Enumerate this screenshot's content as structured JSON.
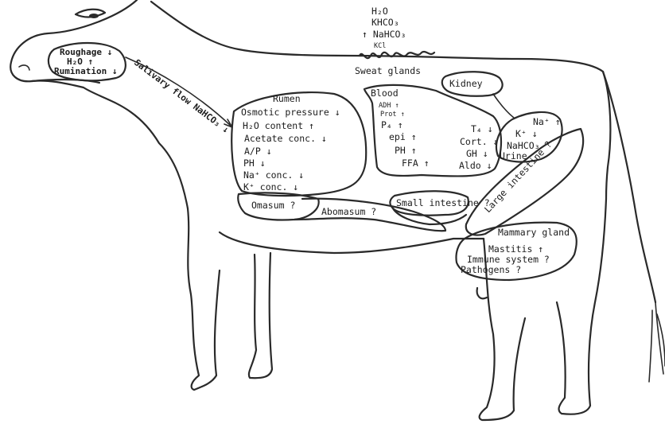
{
  "sweat": {
    "title": "Sweat glands",
    "items": [
      "H₂O",
      "KHCO₃",
      "↑ NaHCO₃",
      "KCl"
    ]
  },
  "mouth": {
    "lines": [
      "Roughage ↓",
      "H₂O ↑",
      "Rumination ↓"
    ]
  },
  "saliva": {
    "label": "Salivary flow NaHCO₃ ↓"
  },
  "rumen": {
    "title": "Rumen",
    "lines": [
      "Osmotic pressure ↓",
      "H₂O content ↑",
      "Acetate conc. ↓",
      "A/P ↓",
      "PH ↓",
      "Na⁺ conc. ↓",
      "K⁺ conc. ↓"
    ]
  },
  "blood": {
    "title": "Blood",
    "lines": [
      "ADH ↑",
      "Prot ↑",
      "P₄ ↑",
      "epi ↑",
      "PH ↑",
      "FFA ↑"
    ],
    "right_lines": [
      "T₄ ↓",
      "Cort. ↓",
      "GH ↓",
      "Aldo ↓"
    ]
  },
  "kidney": {
    "title": "Kidney"
  },
  "urine": {
    "lines": [
      "Na⁺ ↑",
      "K⁺ ↓",
      "NaHCO₃",
      "Urine"
    ]
  },
  "organs": {
    "omasum": "Omasum ?",
    "abomasum": "Abomasum ?",
    "small_intestine": "Small intestine ?",
    "large_intestine": "Large intestine ?"
  },
  "mammary": {
    "title": "Mammary gland",
    "lines": [
      "Mastitis ↑",
      "Immune system ?",
      "Pathogens ?"
    ]
  }
}
